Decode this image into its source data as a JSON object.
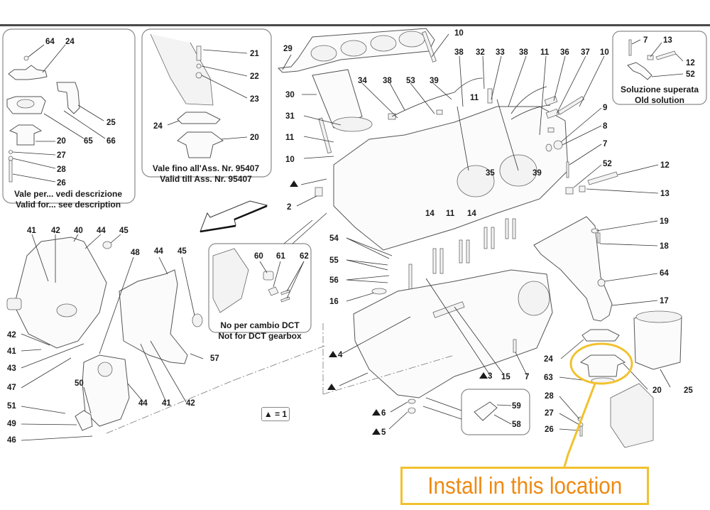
{
  "diagram": {
    "title": "Engine crankcase exploded parts diagram",
    "callout": {
      "text": "Install in this location",
      "color": "#ee8a12",
      "border_color": "#f2c12e",
      "highlight_color": "#f2c12e"
    },
    "legend": {
      "text": "▲ = 1"
    },
    "insets": {
      "top_left": {
        "caption_it": "Vale per... vedi descrizione",
        "caption_en": "Valid for... see description",
        "labels": [
          "64",
          "24",
          "25",
          "65",
          "66",
          "20",
          "27",
          "28",
          "26"
        ]
      },
      "top_center": {
        "caption_it": "Vale fino all'Ass. Nr. 95407",
        "caption_en": "Valid till Ass. Nr. 95407",
        "labels": [
          "21",
          "22",
          "23",
          "24",
          "20"
        ]
      },
      "top_right": {
        "caption_it": "Soluzione superata",
        "caption_en": "Old solution",
        "labels": [
          "7",
          "13",
          "12",
          "52"
        ]
      },
      "dct": {
        "caption_it": "No per cambio DCT",
        "caption_en": "Not for DCT gearbox",
        "labels": [
          "60",
          "61",
          "62"
        ]
      },
      "bottom_small": {
        "labels": [
          "59",
          "58"
        ]
      }
    },
    "labels": {
      "l29": "29",
      "l30": "30",
      "l31": "31",
      "l11a": "11",
      "l10a": "10",
      "l10b": "10",
      "l34": "34",
      "l38a": "38",
      "l53": "53",
      "l39a": "39",
      "l38b": "38",
      "l32": "32",
      "l33": "33",
      "l38c": "38",
      "l11b": "11",
      "l36": "36",
      "l37": "37",
      "l10c": "10",
      "l11c": "11",
      "l9": "9",
      "l8": "8",
      "l7a": "7",
      "l52": "52",
      "l12": "12",
      "l13": "13",
      "l35": "35",
      "l39b": "39",
      "l2": "2",
      "l14a": "14",
      "l11d": "11",
      "l14b": "14",
      "l54": "54",
      "l55": "55",
      "l56": "56",
      "l16": "16",
      "l19": "19",
      "l18": "18",
      "l64": "64",
      "l17": "17",
      "l24": "24",
      "l63": "63",
      "l20": "20",
      "l25": "25",
      "l28": "28",
      "l27": "27",
      "l26": "26",
      "l4": "4",
      "l3": "3",
      "l15": "15",
      "l7b": "7",
      "l6": "6",
      "l5": "5",
      "l41a": "41",
      "l42a": "42",
      "l40": "40",
      "l44a": "44",
      "l45a": "45",
      "l48": "48",
      "l44b": "44",
      "l45b": "45",
      "l42b": "42",
      "l41b": "41",
      "l43": "43",
      "l47": "47",
      "l57": "57",
      "l50": "50",
      "l44c": "44",
      "l41c": "41",
      "l42c": "42",
      "l51": "51",
      "l49": "49",
      "l46": "46"
    }
  }
}
